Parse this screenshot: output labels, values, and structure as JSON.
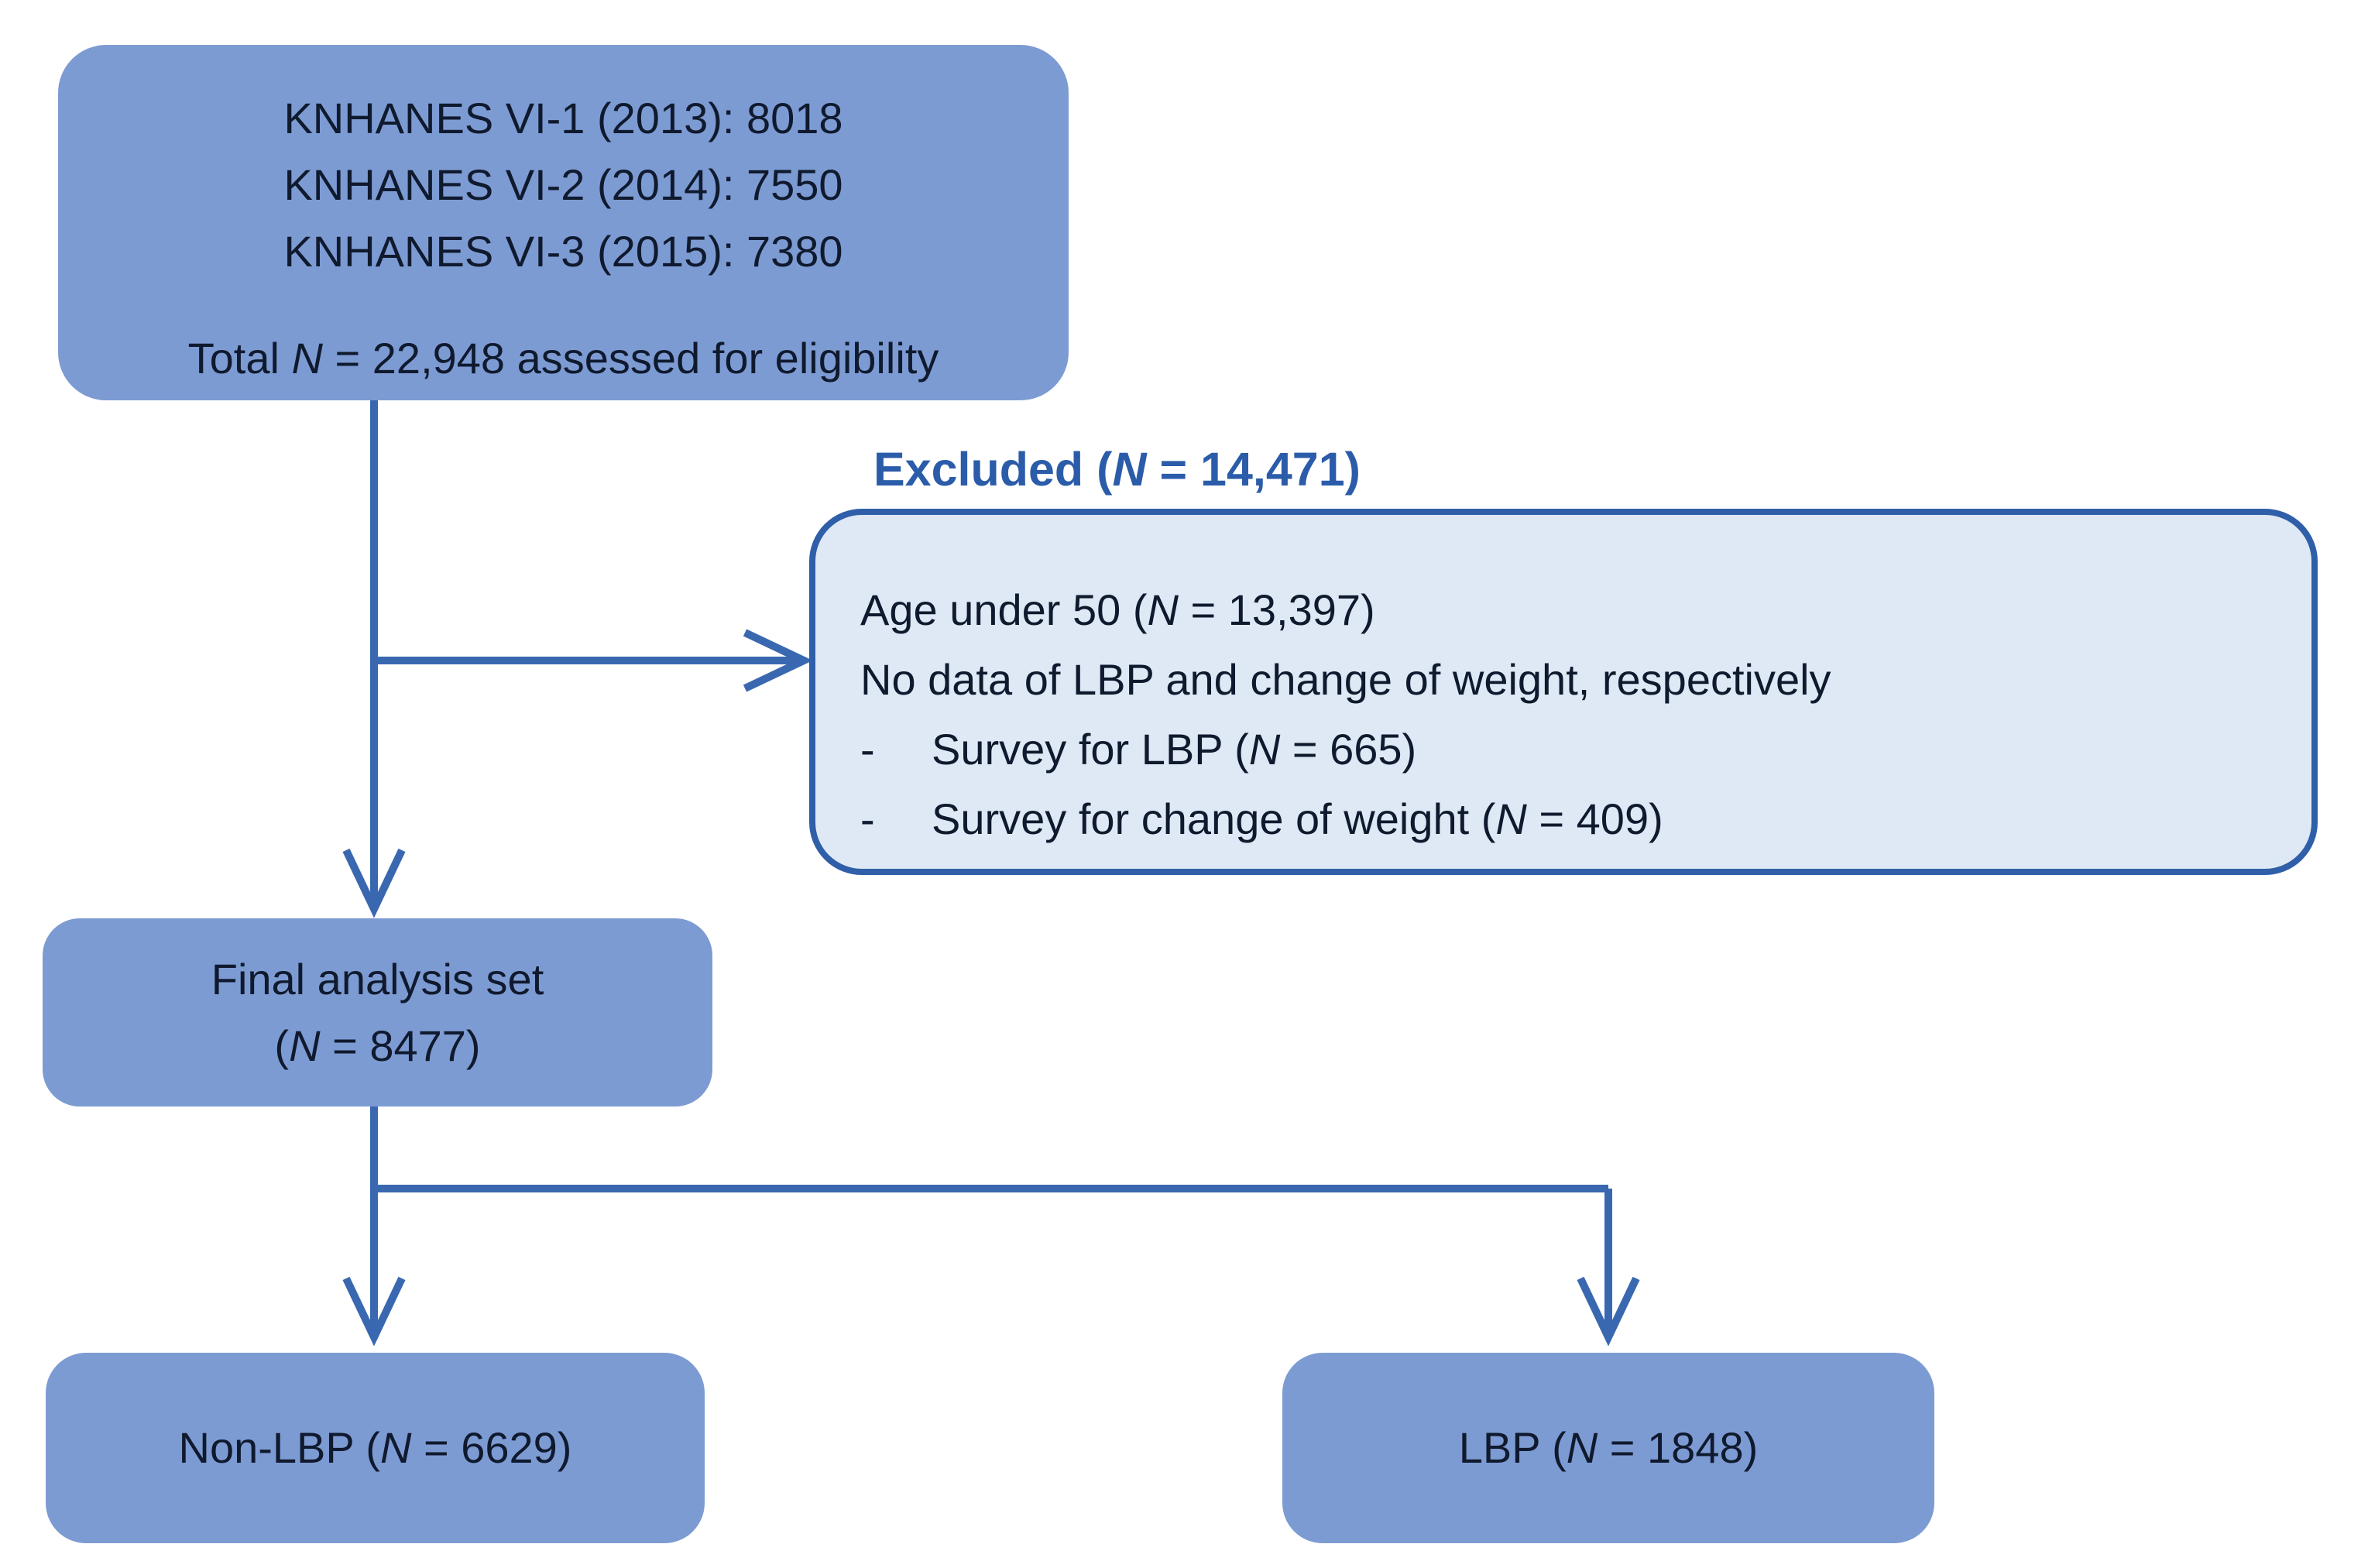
{
  "colors": {
    "node_fill": "#7D9BD3",
    "excluded_fill": "#DFE9F5",
    "excluded_border": "#2F5FA8",
    "arrow": "#3A68B0",
    "excluded_label": "#2B5CA9",
    "text": "#101A2E",
    "background": "#FFFFFF"
  },
  "assessed_box": {
    "lines": [
      {
        "segments": [
          {
            "text": "KNHANES VI-1 (2013): 8018"
          }
        ]
      },
      {
        "segments": [
          {
            "text": "KNHANES VI-2 (2014): 7550"
          }
        ]
      },
      {
        "segments": [
          {
            "text": "KNHANES VI-3 (2015): 7380"
          }
        ]
      },
      {
        "segments": [
          {
            "text": "Total "
          },
          {
            "text": "N",
            "italic": true
          },
          {
            "text": " = 22,948 assessed for eligibility"
          }
        ]
      }
    ]
  },
  "excluded": {
    "label_segments": [
      {
        "text": "Excluded ("
      },
      {
        "text": "N",
        "italic": true
      },
      {
        "text": " = 14,471)"
      }
    ],
    "lines": [
      {
        "segments": [
          {
            "text": "Age under 50 ("
          },
          {
            "text": "N",
            "italic": true
          },
          {
            "text": " = 13,397)"
          }
        ]
      },
      {
        "segments": [
          {
            "text": "No data of LBP and change of weight, respectively"
          }
        ]
      },
      {
        "bullet": "-",
        "segments": [
          {
            "text": "Survey for LBP ("
          },
          {
            "text": "N",
            "italic": true
          },
          {
            "text": " = 665)"
          }
        ]
      },
      {
        "bullet": "-",
        "segments": [
          {
            "text": "Survey for change of weight ("
          },
          {
            "text": "N",
            "italic": true
          },
          {
            "text": " = 409)"
          }
        ]
      }
    ]
  },
  "final_box": {
    "lines": [
      {
        "segments": [
          {
            "text": "Final analysis set"
          }
        ]
      },
      {
        "segments": [
          {
            "text": "("
          },
          {
            "text": "N",
            "italic": true
          },
          {
            "text": " = 8477)"
          }
        ]
      }
    ]
  },
  "non_lbp_box": {
    "lines": [
      {
        "segments": [
          {
            "text": "Non-LBP ("
          },
          {
            "text": "N",
            "italic": true
          },
          {
            "text": " = 6629)"
          }
        ]
      }
    ]
  },
  "lbp_box": {
    "lines": [
      {
        "segments": [
          {
            "text": "LBP ("
          },
          {
            "text": "N",
            "italic": true
          },
          {
            "text": " = 1848)"
          }
        ]
      }
    ]
  }
}
